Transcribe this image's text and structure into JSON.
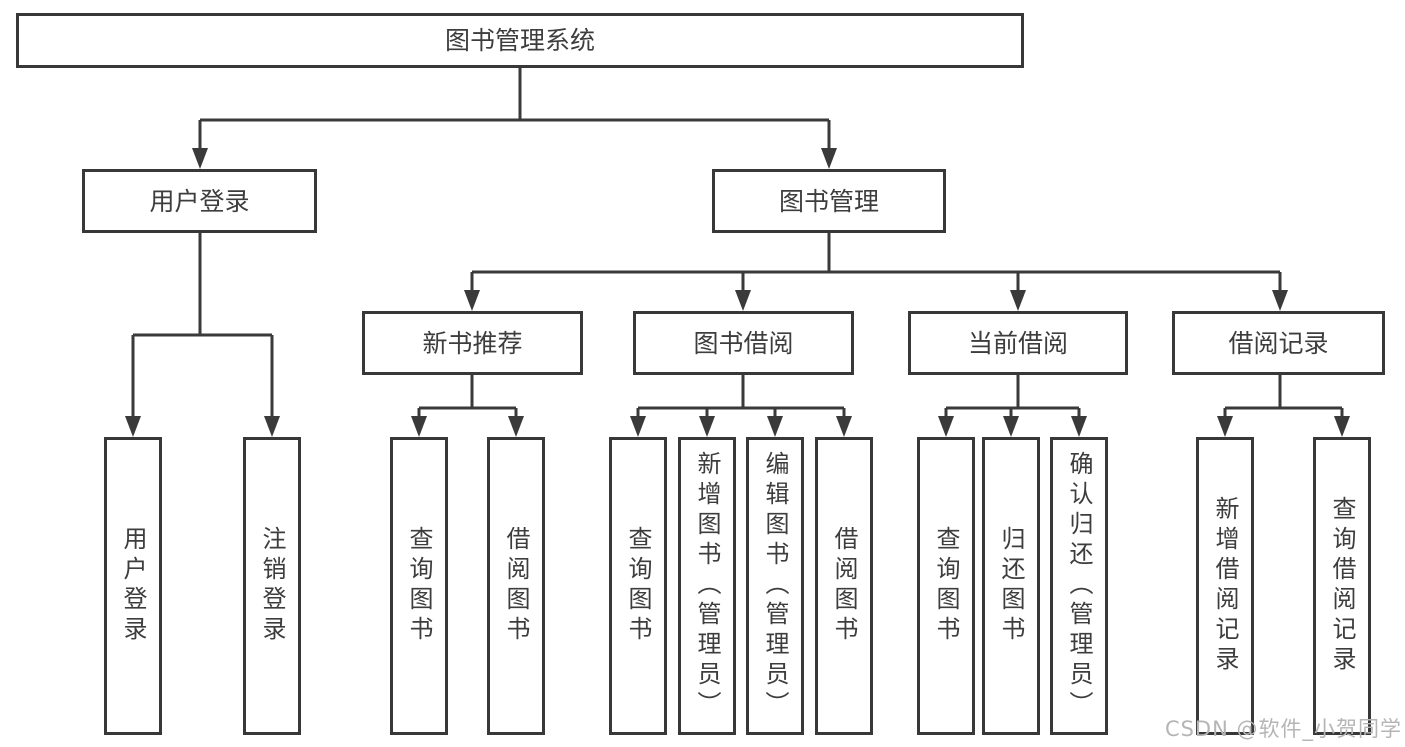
{
  "diagram": {
    "root": {
      "label": "图书管理系统"
    },
    "level2": [
      {
        "label": "用户登录",
        "children": [
          {
            "label": "用户登录"
          },
          {
            "label": "注销登录"
          }
        ]
      },
      {
        "label": "图书管理",
        "children": [
          {
            "label": "新书推荐",
            "children": [
              {
                "label": "查询图书"
              },
              {
                "label": "借阅图书"
              }
            ]
          },
          {
            "label": "图书借阅",
            "children": [
              {
                "label": "查询图书"
              },
              {
                "label": "新增图书（管理员）"
              },
              {
                "label": "编辑图书（管理员）"
              },
              {
                "label": "借阅图书"
              }
            ]
          },
          {
            "label": "当前借阅",
            "children": [
              {
                "label": "查询图书"
              },
              {
                "label": "归还图书"
              },
              {
                "label": "确认归还（管理员）"
              }
            ]
          },
          {
            "label": "借阅记录",
            "children": [
              {
                "label": "新增借阅记录"
              },
              {
                "label": "查询借阅记录"
              }
            ]
          }
        ]
      }
    ],
    "colors": {
      "line": "#3a3a3a",
      "border": "#383838",
      "text": "#3d3d3d",
      "background": "#ffffff",
      "watermark": "#b5b5b5"
    },
    "watermark": "CSDN @软件_小贺同学"
  }
}
